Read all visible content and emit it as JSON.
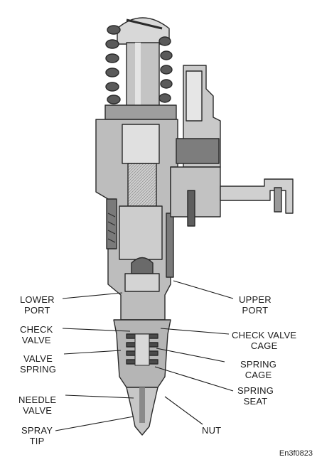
{
  "labels": {
    "lower_port": [
      "LOWER",
      "PORT"
    ],
    "check_valve": [
      "CHECK",
      "VALVE"
    ],
    "valve_spring": [
      "VALVE",
      "SPRING"
    ],
    "needle_valve": [
      "NEEDLE",
      "VALVE"
    ],
    "spray_tip": [
      "SPRAY",
      "TIP"
    ],
    "upper_port": [
      "UPPER",
      "PORT"
    ],
    "check_valve_cage": [
      "CHECK VALVE",
      "CAGE"
    ],
    "spring_cage": [
      "SPRING",
      "CAGE"
    ],
    "spring_seat": [
      "SPRING",
      "SEAT"
    ],
    "nut": [
      "NUT"
    ]
  },
  "figure_id": "En3f0823",
  "colors": {
    "body": "#b9b9b9",
    "dark": "#6e6e6e",
    "light": "#dcdcdc",
    "outline": "#2a2a2a",
    "leader": "#1a1a1a"
  }
}
